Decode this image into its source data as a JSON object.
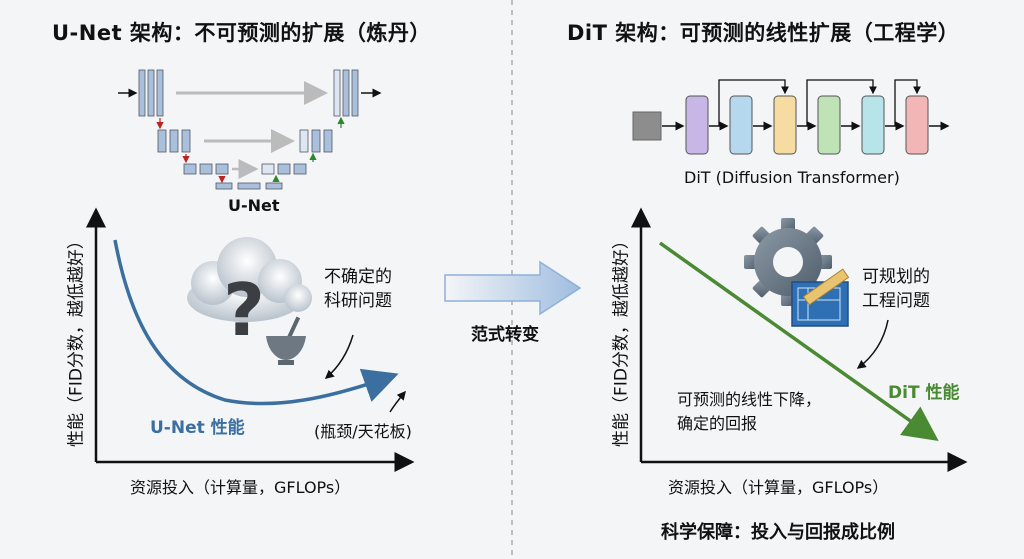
{
  "left": {
    "title": "U-Net 架构：不可预测的扩展（炼丹）",
    "arch_label": "U-Net",
    "y_axis": "性能（FID分数，越低越好）",
    "x_axis": "资源投入（计算量，GFLOPs）",
    "uncertain_line1": "不确定的",
    "uncertain_line2": "科研问题",
    "curve_label": "U-Net 性能",
    "plateau_label": "(瓶颈/天花板)",
    "curve_color": "#3a6f9f",
    "icons": [
      "cloud-icon",
      "question-mark-icon",
      "mortar-pestle-icon"
    ]
  },
  "middle": {
    "shift_label": "范式转变"
  },
  "right": {
    "title": "DiT 架构：可预测的线性扩展（工程学）",
    "arch_label": "DiT (Diffusion Transformer)",
    "y_axis": "性能（FID分数，越低越好）",
    "x_axis": "资源投入（计算量，GFLOPs）",
    "plannable_line1": "可规划的",
    "plannable_line2": "工程问题",
    "line_label": "DiT 性能",
    "decline_line1": "可预测的线性下降，",
    "decline_line2": "确定的回报",
    "footer": "科学保障：投入与回报成比例",
    "line_color": "#4a8a32",
    "block_colors": [
      "#c8b6e6",
      "#b6d8ee",
      "#f6dca0",
      "#bfe2b6",
      "#b6e4e8",
      "#f2b6b6"
    ],
    "icons": [
      "gear-icon",
      "blueprint-icon",
      "ruler-icon"
    ]
  }
}
